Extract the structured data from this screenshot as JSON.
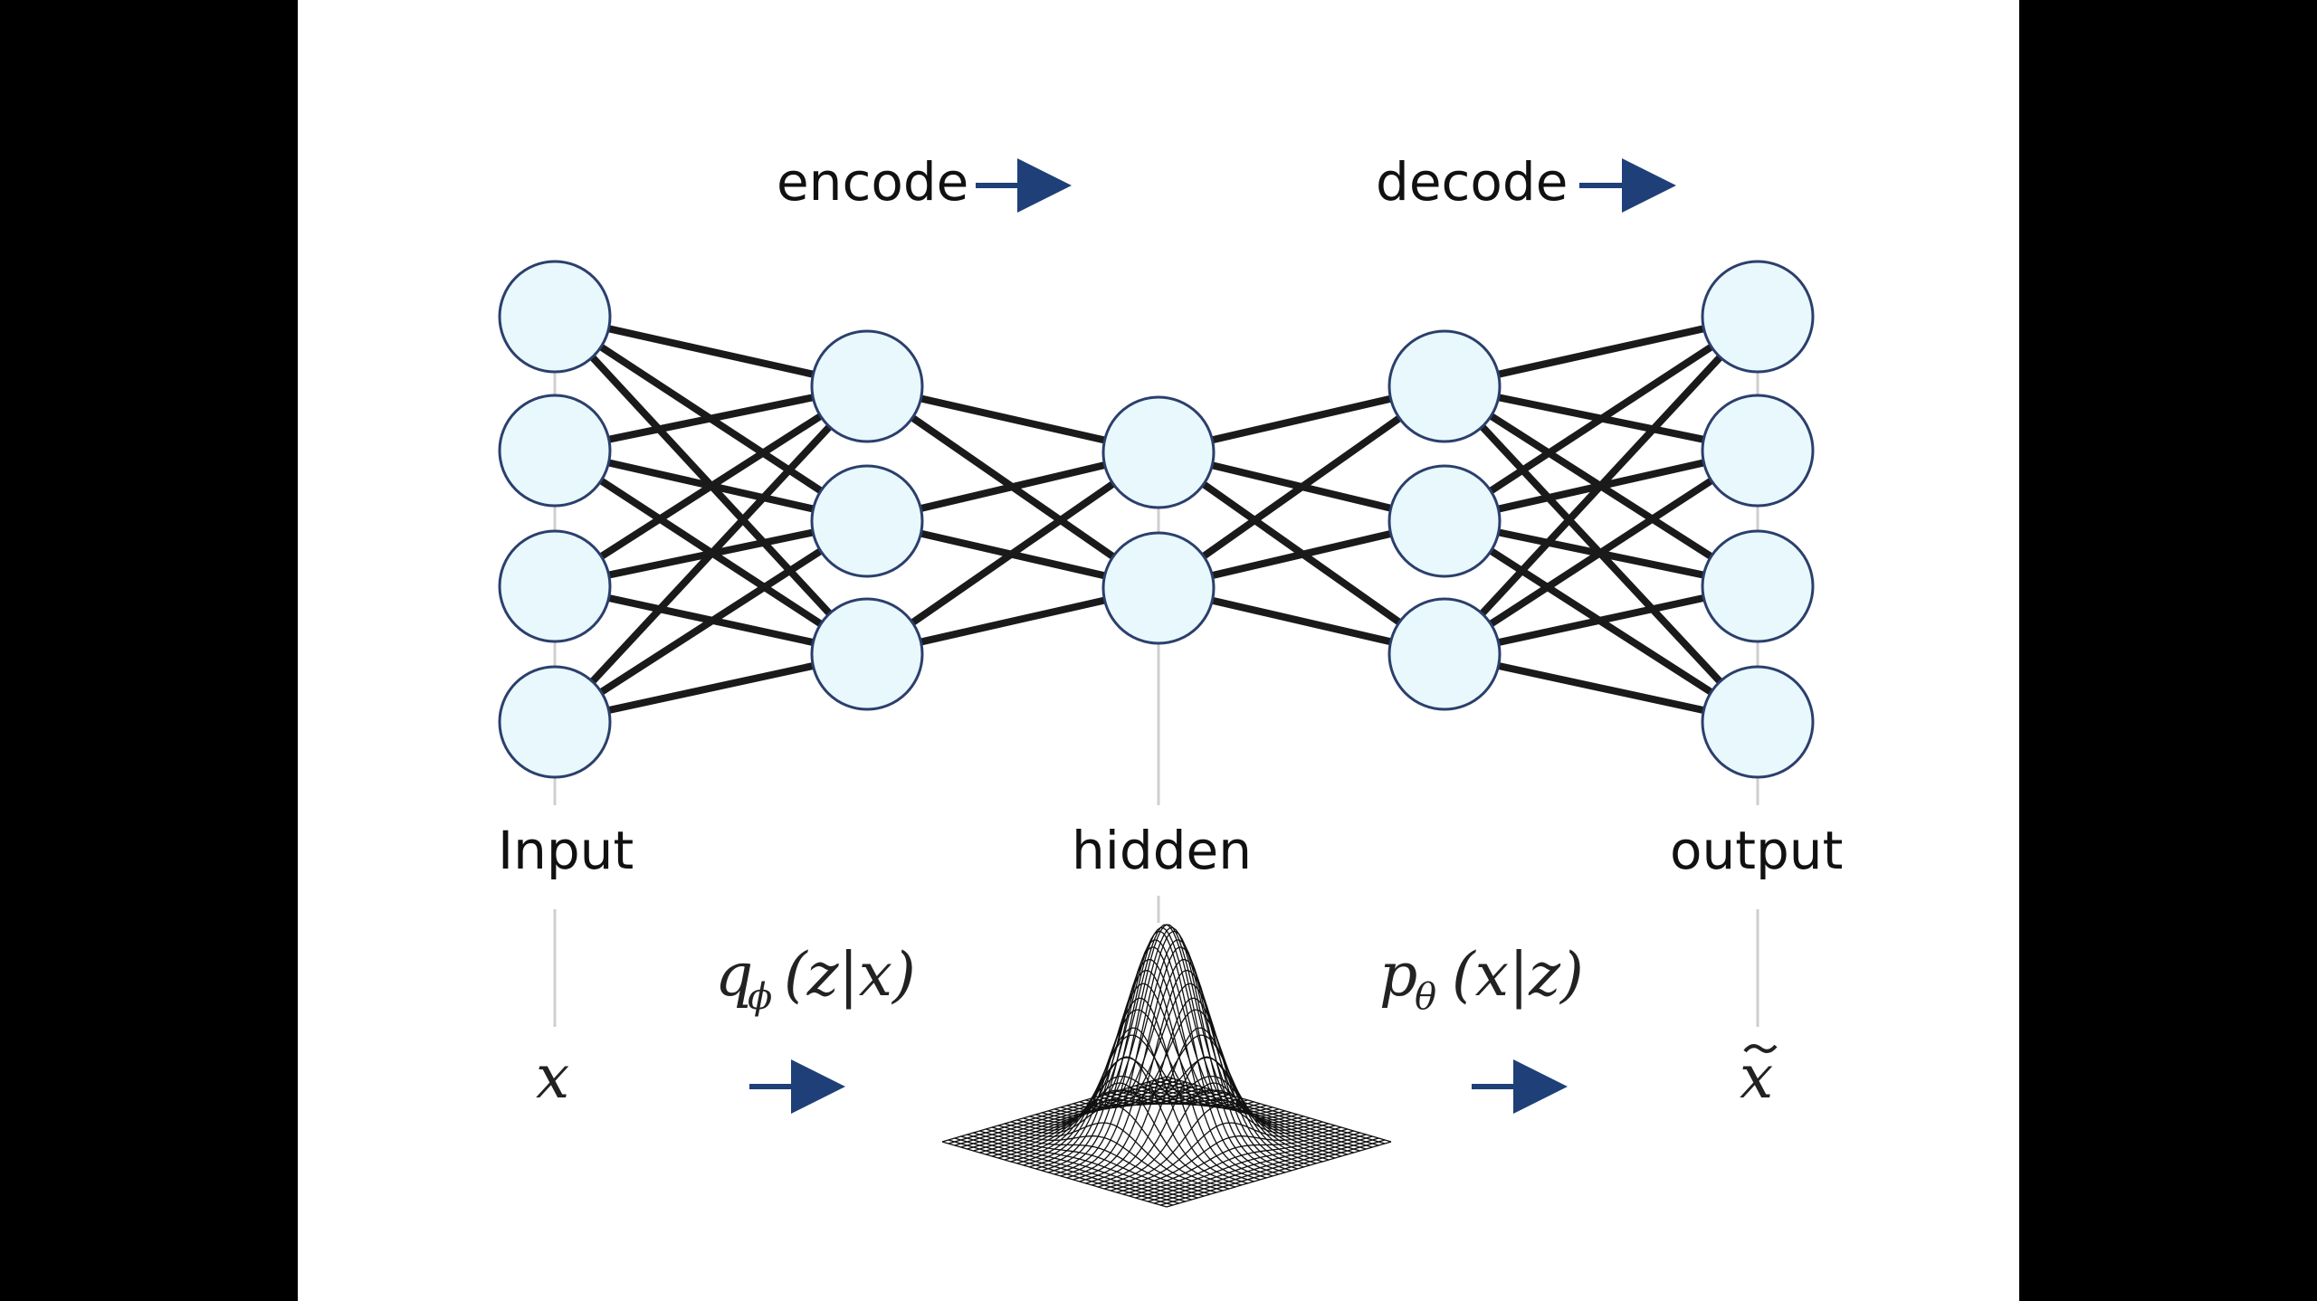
{
  "diagram": {
    "stage_labels": {
      "encode": "encode",
      "decode": "decode"
    },
    "layer_labels": {
      "input": "Input",
      "hidden": "hidden",
      "output": "output"
    },
    "math": {
      "x": "x",
      "x_tilde": "x",
      "encoder": {
        "symbol": "q",
        "subscript": "ϕ",
        "args": "(z|x)"
      },
      "decoder": {
        "symbol": "p",
        "subscript": "θ",
        "args": "(x|z)"
      }
    },
    "layers": [
      {
        "name": "input",
        "node_count": 4
      },
      {
        "name": "encoder-hidden",
        "node_count": 3
      },
      {
        "name": "latent",
        "node_count": 2
      },
      {
        "name": "decoder-hidden",
        "node_count": 3
      },
      {
        "name": "output",
        "node_count": 4
      }
    ],
    "connectivity": "fully-connected between adjacent layers",
    "latent_distribution_icon": "gaussian-mesh-surface",
    "colors": {
      "background": "#ffffff",
      "page_bars": "#000000",
      "node_fill": "#e8f8fc",
      "node_stroke": "#2b3f6c",
      "edge": "#1a1a1a",
      "arrow": "#1f3f78",
      "guide_line": "#cfcfcf"
    }
  }
}
